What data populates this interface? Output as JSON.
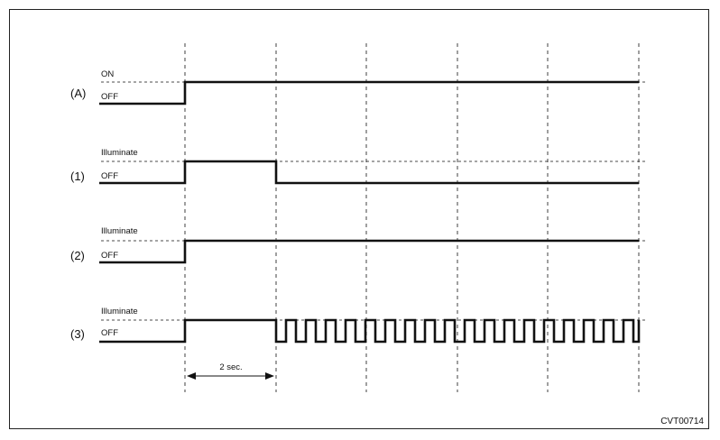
{
  "diagram": {
    "figure_code": "CVT00714",
    "duration_label": "2 sec.",
    "rows": [
      {
        "channel": "(A)",
        "high_label": "ON",
        "low_label": "OFF",
        "pattern": "step"
      },
      {
        "channel": "(1)",
        "high_label": "Illuminate",
        "low_label": "OFF",
        "pattern": "pulse"
      },
      {
        "channel": "(2)",
        "high_label": "Illuminate",
        "low_label": "OFF",
        "pattern": "step"
      },
      {
        "channel": "(3)",
        "high_label": "Illuminate",
        "low_label": "OFF",
        "pattern": "pulse-then-blink"
      }
    ]
  }
}
